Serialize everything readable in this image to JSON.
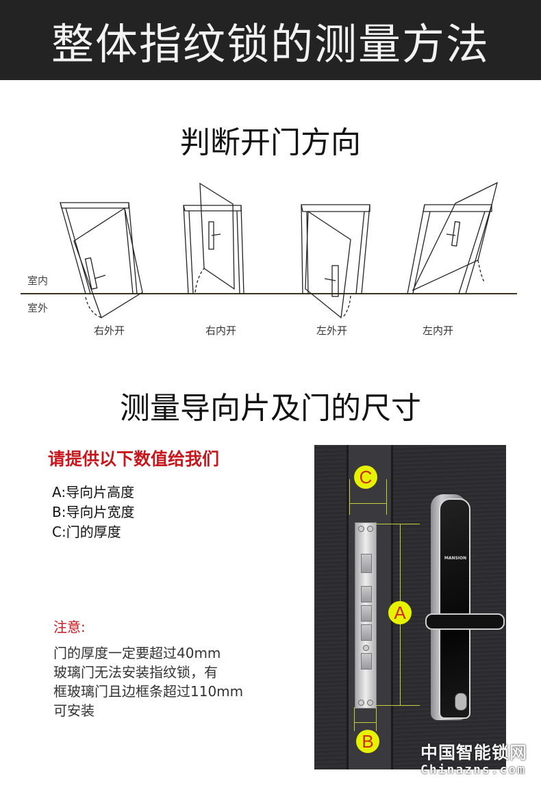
{
  "header": {
    "title": "整体指纹锁的测量方法"
  },
  "section1": {
    "title": "判断开门方向",
    "side_labels": {
      "indoor": "室内",
      "outdoor": "室外"
    },
    "doors": [
      {
        "label": "右外开"
      },
      {
        "label": "右内开"
      },
      {
        "label": "左外开"
      },
      {
        "label": "左内开"
      }
    ]
  },
  "section2": {
    "title": "测量导向片及门的尺寸",
    "request_title": "请提供以下数值给我们",
    "items": [
      "A:导向片高度",
      "B:导向片宽度",
      "C:门的厚度"
    ],
    "note_title": "注意:",
    "note_lines": [
      "门的厚度一定要超过40mm",
      "玻璃门无法安装指纹锁，有",
      "框玻璃门且边框条超过110mm",
      "可安装"
    ]
  },
  "photo": {
    "brand": "MANSION",
    "markers": {
      "a": "A",
      "b": "B",
      "c": "C"
    },
    "marker_color": "#e6f200",
    "marker_text_color": "#d0281c"
  },
  "watermark": {
    "cn": "中国智能锁网",
    "en": "Chinazns.com"
  },
  "colors": {
    "header_bg": "#232323",
    "accent_red": "#c8161d"
  }
}
